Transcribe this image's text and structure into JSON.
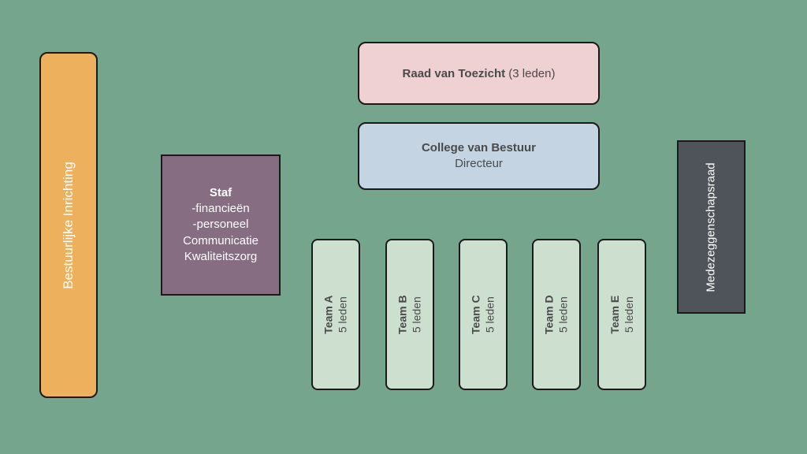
{
  "bestuurlijke_inrichting": "Bestuurlijke Inrichting",
  "raad": {
    "name": "Raad van Toezicht",
    "detail": " (3 leden)"
  },
  "college": {
    "name": "College van Bestuur",
    "role": "Directeur"
  },
  "staf": {
    "title": "Staf",
    "items": [
      "-financieën",
      "-personeel",
      "Communicatie",
      "Kwaliteitszorg"
    ]
  },
  "medezeggenschapsraad": "Medezeggenschapsraad",
  "teams": [
    {
      "name": "Team A",
      "members": "5 leden"
    },
    {
      "name": "Team B",
      "members": "5 leden"
    },
    {
      "name": "Team C",
      "members": "5 leden"
    },
    {
      "name": "Team D",
      "members": "5 leden"
    },
    {
      "name": "Team E",
      "members": "5 leden"
    }
  ],
  "colors": {
    "background": "#76a58e",
    "bestuurlijk": "#edb05d",
    "raad": "#f0d1d3",
    "college": "#c5d4e3",
    "staf": "#866d82",
    "medezeggenschapsraad": "#4f535a",
    "team": "#cde0d0"
  }
}
